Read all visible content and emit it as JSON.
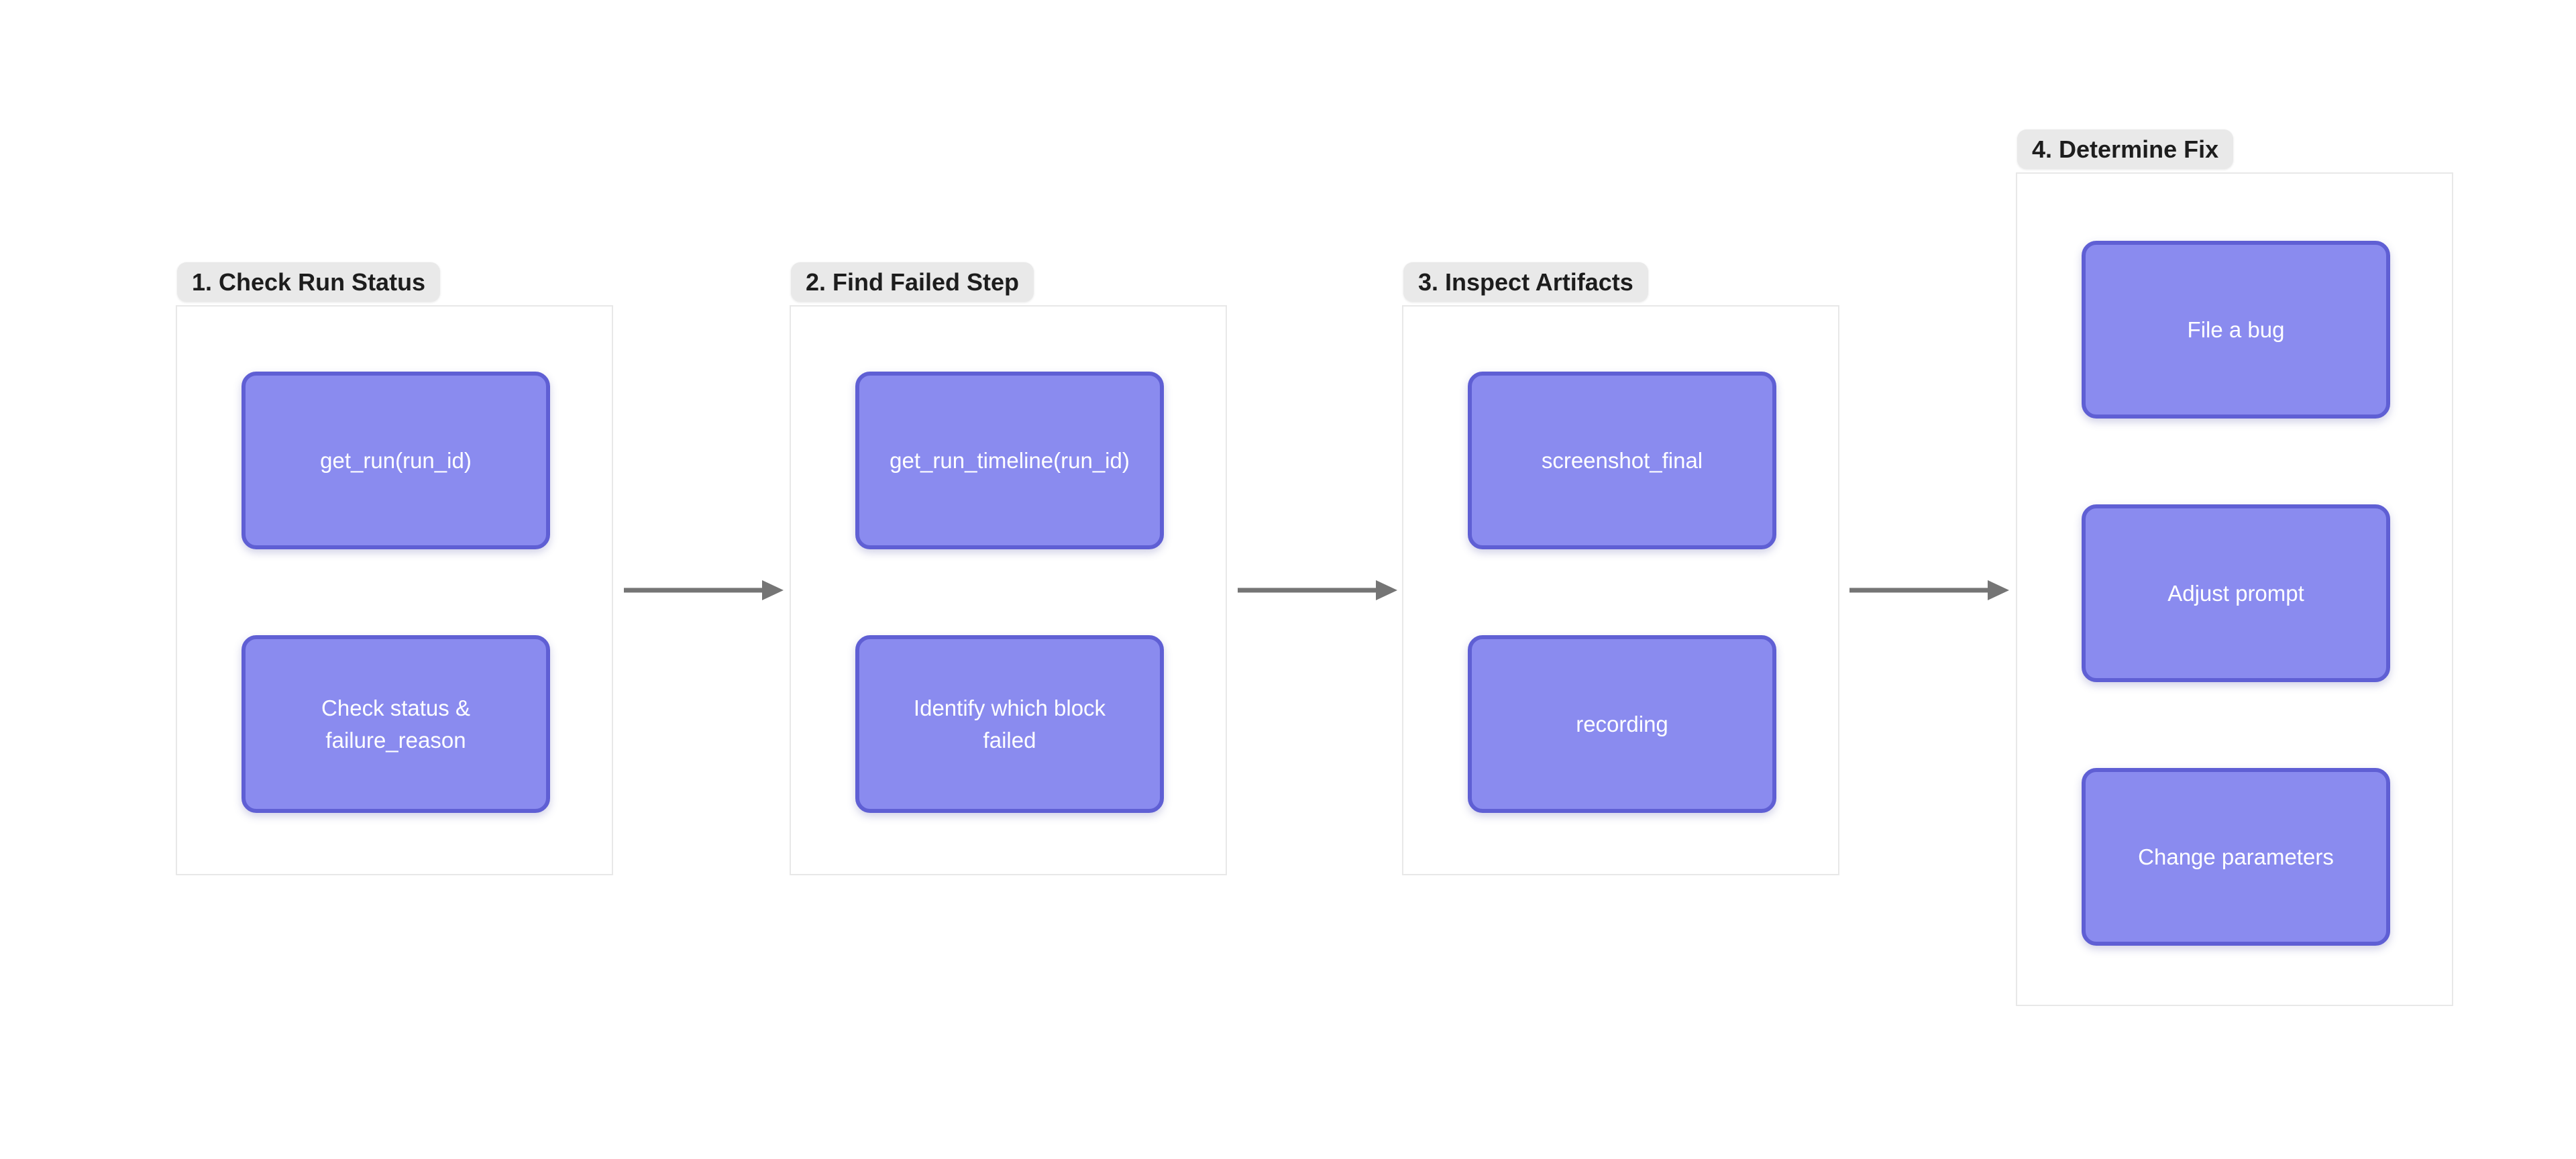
{
  "colors": {
    "canvas_bg": "#ffffff",
    "node_fill": "#8a8bef",
    "node_border": "#5f5fd4",
    "node_text": "#ffffff",
    "group_fill": "#ffffff",
    "group_border": "#e8e8e8",
    "badge_fill": "#e9e9e9",
    "badge_text": "#1d1d1d",
    "arrow": "#757575"
  },
  "groups": [
    {
      "label": "1. Check Run Status",
      "nodes": [
        {
          "text": "get_run(run_id)"
        },
        {
          "text": "Check status & failure_reason"
        }
      ]
    },
    {
      "label": "2. Find Failed Step",
      "nodes": [
        {
          "text": "get_run_timeline(run_id)"
        },
        {
          "text": "Identify which block failed"
        }
      ]
    },
    {
      "label": "3. Inspect Artifacts",
      "nodes": [
        {
          "text": "screenshot_final"
        },
        {
          "text": "recording"
        }
      ]
    },
    {
      "label": "4. Determine Fix",
      "nodes": [
        {
          "text": "File a bug"
        },
        {
          "text": "Adjust prompt"
        },
        {
          "text": "Change parameters"
        }
      ]
    }
  ],
  "connections": [
    {
      "from": "1. Check Run Status",
      "to": "2. Find Failed Step"
    },
    {
      "from": "2. Find Failed Step",
      "to": "3. Inspect Artifacts"
    },
    {
      "from": "3. Inspect Artifacts",
      "to": "4. Determine Fix"
    }
  ]
}
